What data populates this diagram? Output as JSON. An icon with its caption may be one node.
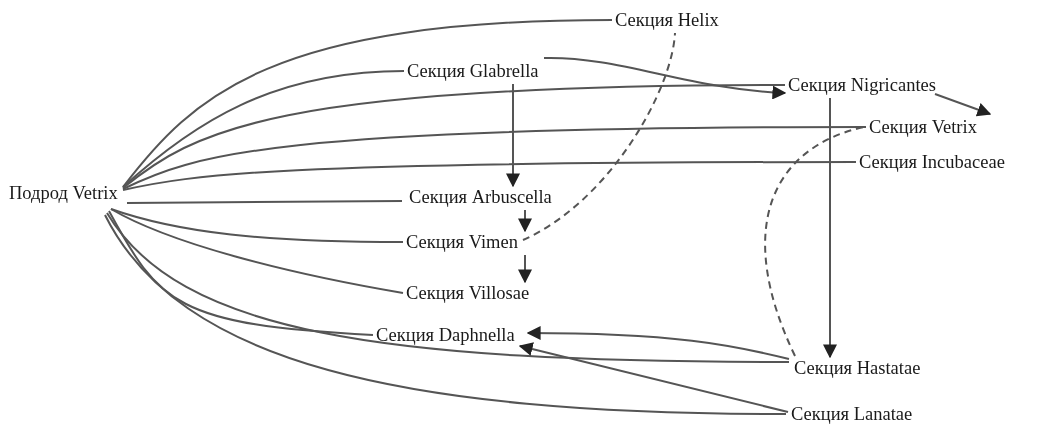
{
  "diagram": {
    "nodes": [
      {
        "text": [
          "Подрод Vetrix"
        ]
      },
      {
        "text": [
          "Секция Helix"
        ]
      },
      {
        "text": [
          "Секция Glabrella"
        ]
      },
      {
        "text": [
          "Секция Nigricantes"
        ]
      },
      {
        "text": [
          "Секция Vetrix"
        ]
      },
      {
        "text": [
          "Секция Incubaceae"
        ]
      },
      {
        "text": [
          "Секция Arbuscella"
        ]
      },
      {
        "text": [
          "Секция Vimen"
        ]
      },
      {
        "text": [
          "Секция Villosae"
        ]
      },
      {
        "text": [
          "Секция Daphnella"
        ]
      },
      {
        "text": [
          "Секция Hastatae"
        ]
      },
      {
        "text": [
          "Секция Lanatae"
        ]
      }
    ],
    "edges": [
      {
        "from": 0,
        "to": 1,
        "arrow": "none"
      },
      {
        "from": 0,
        "to": 2,
        "arrow": "none"
      },
      {
        "from": 0,
        "to": 3,
        "arrow": "none"
      },
      {
        "from": 0,
        "to": 4,
        "arrow": "none"
      },
      {
        "from": 0,
        "to": 5,
        "arrow": "none"
      },
      {
        "from": 0,
        "to": 6,
        "arrow": "none"
      },
      {
        "from": 0,
        "to": 7,
        "arrow": "none"
      },
      {
        "from": 0,
        "to": 8,
        "arrow": "none"
      },
      {
        "from": 0,
        "to": 9,
        "arrow": "none"
      },
      {
        "from": 0,
        "to": 10,
        "arrow": "none"
      },
      {
        "from": 0,
        "to": 11,
        "arrow": "none"
      },
      {
        "from": 2,
        "to": 3,
        "arrow": "to"
      },
      {
        "from": 2,
        "to": 6,
        "arrow": "to"
      },
      {
        "from": 6,
        "to": 7,
        "arrow": "to"
      },
      {
        "from": 7,
        "to": 8,
        "arrow": "to"
      },
      {
        "from": 3,
        "to": 4,
        "arrow": "to"
      },
      {
        "from": 3,
        "to": 10,
        "arrow": "to"
      },
      {
        "from": 10,
        "to": 9,
        "arrow": "to"
      },
      {
        "from": 11,
        "to": 9,
        "arrow": "to"
      },
      {
        "from": 7,
        "to": 1,
        "arrow": "none",
        "style": "dashed"
      },
      {
        "from": 10,
        "to": 4,
        "arrow": "none",
        "style": "dashed"
      }
    ]
  }
}
